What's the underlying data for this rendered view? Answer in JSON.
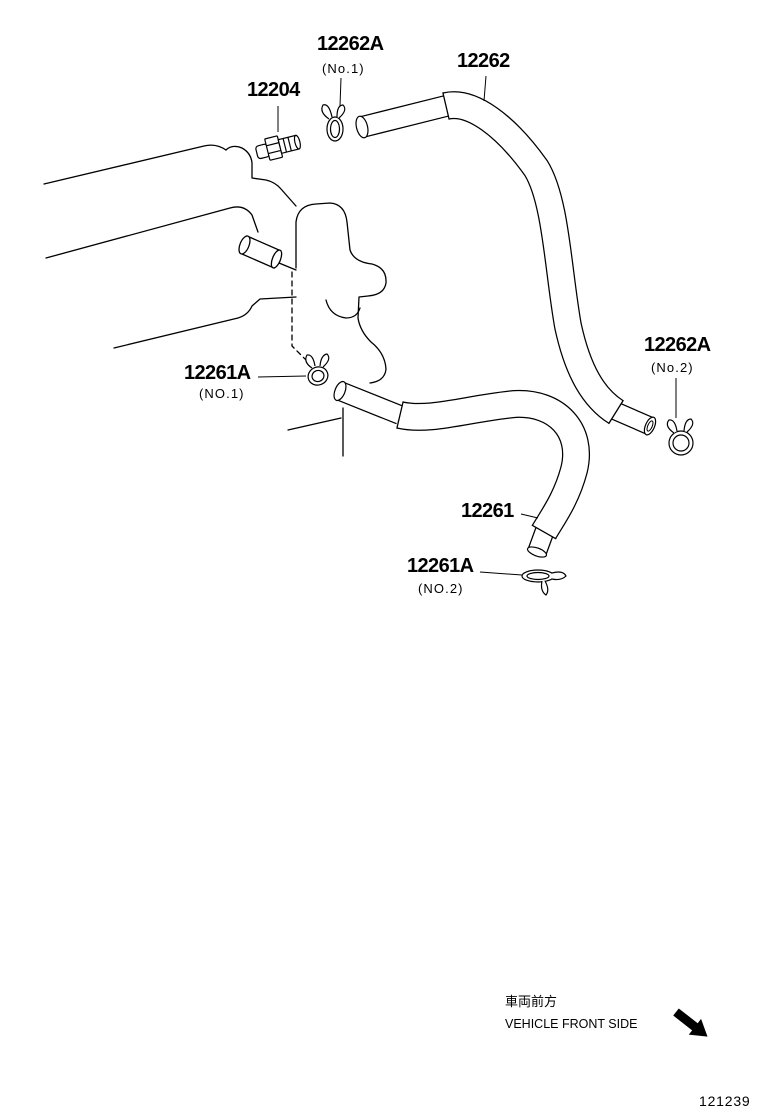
{
  "callouts": [
    {
      "part": "12262A",
      "note": "(No.1)"
    },
    {
      "part": "12262"
    },
    {
      "part": "12204"
    },
    {
      "part": "12262A",
      "note": "(No.2)"
    },
    {
      "part": "12261A",
      "note": "(NO.1)"
    },
    {
      "part": "12261"
    },
    {
      "part": "12261A",
      "note": "(NO.2)"
    }
  ],
  "direction": {
    "label_jp": "車両前方",
    "label_en": "VEHICLE FRONT SIDE",
    "arrow_icon": "arrow-down-right-icon"
  },
  "figure_number": "121239",
  "colors": {
    "line": "#000000",
    "background": "#ffffff"
  }
}
